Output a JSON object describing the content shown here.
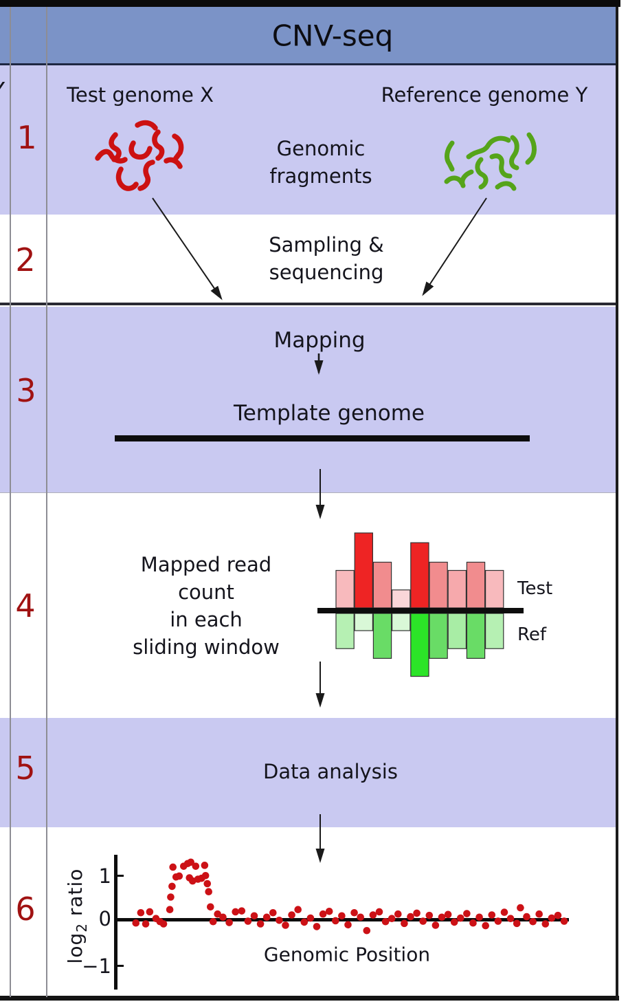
{
  "colors": {
    "header_bg": "#7b93c7",
    "header_border": "#1e2742",
    "band_lavender": "#c9c9f1",
    "band_white": "#ffffff",
    "step_number": "#a01212",
    "text": "#14141c",
    "fragment_red": "#cc1111",
    "fragment_green": "#55a41a",
    "scatter_point": "#cc1116",
    "line_black": "#1a1a1a",
    "grid_line_gray": "#8d8d94"
  },
  "header": {
    "title": "CNV-seq"
  },
  "adjacent_column_clipped_text": "Y",
  "steps": [
    {
      "number": "1",
      "test_label": "Test genome X",
      "reference_label": "Reference genome Y",
      "caption_line1": "Genomic",
      "caption_line2": "fragments"
    },
    {
      "number": "2",
      "caption_line1": "Sampling &",
      "caption_line2": "sequencing"
    },
    {
      "number": "3",
      "mapping_label": "Mapping",
      "template_label": "Template genome"
    },
    {
      "number": "4",
      "caption_line1": "Mapped read",
      "caption_line2": "count",
      "caption_line3": "in each",
      "caption_line4": "sliding window",
      "test_legend": "Test",
      "ref_legend": "Ref"
    },
    {
      "number": "5",
      "caption": "Data analysis"
    },
    {
      "number": "6",
      "ylabel_base": "log",
      "ylabel_sub": "2",
      "ylabel_rest": " ratio",
      "xlabel": "Genomic Position",
      "ytick_top": "1",
      "ytick_mid": "0",
      "ytick_bottom": "−1"
    }
  ],
  "chart_data": [
    {
      "type": "bar",
      "title": "Mapped read count in each sliding window",
      "categories": [
        1,
        2,
        3,
        4,
        5,
        6,
        7,
        8,
        9
      ],
      "series": [
        {
          "name": "Test",
          "values": [
            0.5,
            1.0,
            0.61,
            0.24,
            0.87,
            0.61,
            0.5,
            0.61,
            0.5
          ],
          "colors": [
            "#f8babd",
            "#ee2424",
            "#f18c8e",
            "#fad6d8",
            "#ee2424",
            "#f18c8e",
            "#f6a9ac",
            "#f18c8e",
            "#f8babd"
          ]
        },
        {
          "name": "Ref",
          "values": [
            -0.47,
            -0.23,
            -0.6,
            -0.23,
            -0.84,
            -0.6,
            -0.47,
            -0.6,
            -0.47
          ],
          "colors": [
            "#b6f0b3",
            "#d9f8d7",
            "#69dc66",
            "#d9f8d7",
            "#2ce428",
            "#69dc66",
            "#a8eda5",
            "#69dc66",
            "#b6f0b3"
          ]
        }
      ],
      "ylim": [
        -1,
        1.15
      ],
      "axis": "none",
      "legend_position": "right"
    },
    {
      "type": "scatter",
      "xlabel": "Genomic Position",
      "ylabel": "log2 ratio",
      "x_unit": "relative_genomic_position_0_100",
      "yticks": [
        1,
        0,
        -1
      ],
      "ylim": [
        -1.45,
        1.55
      ],
      "points": [
        [
          3.5,
          -0.08
        ],
        [
          4.6,
          0.15
        ],
        [
          5.7,
          -0.1
        ],
        [
          6.6,
          0.17
        ],
        [
          8.0,
          0.02
        ],
        [
          8.9,
          -0.05
        ],
        [
          9.7,
          -0.1
        ],
        [
          11.1,
          0.22
        ],
        [
          11.3,
          0.5
        ],
        [
          11.6,
          0.74
        ],
        [
          11.8,
          1.17
        ],
        [
          12.5,
          0.95
        ],
        [
          13.2,
          0.97
        ],
        [
          14.2,
          1.19
        ],
        [
          15.1,
          1.25
        ],
        [
          15.5,
          0.93
        ],
        [
          15.8,
          1.28
        ],
        [
          16.2,
          0.86
        ],
        [
          16.9,
          1.19
        ],
        [
          17.4,
          0.9
        ],
        [
          18.2,
          0.92
        ],
        [
          18.9,
          1.21
        ],
        [
          19.1,
          0.98
        ],
        [
          19.5,
          0.8
        ],
        [
          19.8,
          0.62
        ],
        [
          20.2,
          0.28
        ],
        [
          20.8,
          -0.05
        ],
        [
          21.8,
          0.12
        ],
        [
          23.0,
          0.05
        ],
        [
          24.4,
          -0.07
        ],
        [
          25.8,
          0.17
        ],
        [
          27.2,
          0.19
        ],
        [
          28.6,
          -0.04
        ],
        [
          30.0,
          0.08
        ],
        [
          31.4,
          -0.1
        ],
        [
          32.8,
          0.05
        ],
        [
          34.2,
          0.15
        ],
        [
          35.6,
          -0.02
        ],
        [
          37.0,
          -0.13
        ],
        [
          38.4,
          0.1
        ],
        [
          39.8,
          0.22
        ],
        [
          41.2,
          -0.06
        ],
        [
          42.6,
          0.03
        ],
        [
          44.0,
          -0.16
        ],
        [
          45.4,
          0.12
        ],
        [
          46.8,
          0.18
        ],
        [
          48.2,
          -0.03
        ],
        [
          49.6,
          0.08
        ],
        [
          51.0,
          -0.12
        ],
        [
          52.4,
          0.15
        ],
        [
          53.8,
          0.05
        ],
        [
          55.2,
          -0.25
        ],
        [
          56.6,
          0.1
        ],
        [
          58.0,
          0.17
        ],
        [
          59.4,
          -0.05
        ],
        [
          60.8,
          0.02
        ],
        [
          62.2,
          0.12
        ],
        [
          63.6,
          -0.09
        ],
        [
          65.0,
          0.06
        ],
        [
          66.4,
          0.14
        ],
        [
          67.8,
          -0.04
        ],
        [
          69.2,
          0.09
        ],
        [
          70.6,
          -0.13
        ],
        [
          72.0,
          0.05
        ],
        [
          73.4,
          0.11
        ],
        [
          74.8,
          -0.06
        ],
        [
          76.2,
          0.03
        ],
        [
          77.6,
          0.13
        ],
        [
          79.0,
          -0.08
        ],
        [
          80.4,
          0.05
        ],
        [
          81.8,
          -0.14
        ],
        [
          83.2,
          0.1
        ],
        [
          84.6,
          -0.04
        ],
        [
          86.0,
          0.16
        ],
        [
          87.4,
          0.02
        ],
        [
          88.8,
          -0.09
        ],
        [
          89.6,
          0.26
        ],
        [
          91.0,
          0.06
        ],
        [
          92.4,
          -0.05
        ],
        [
          93.8,
          0.12
        ],
        [
          95.2,
          -0.1
        ],
        [
          96.6,
          0.03
        ],
        [
          98.0,
          0.09
        ],
        [
          99.4,
          -0.04
        ]
      ]
    }
  ]
}
